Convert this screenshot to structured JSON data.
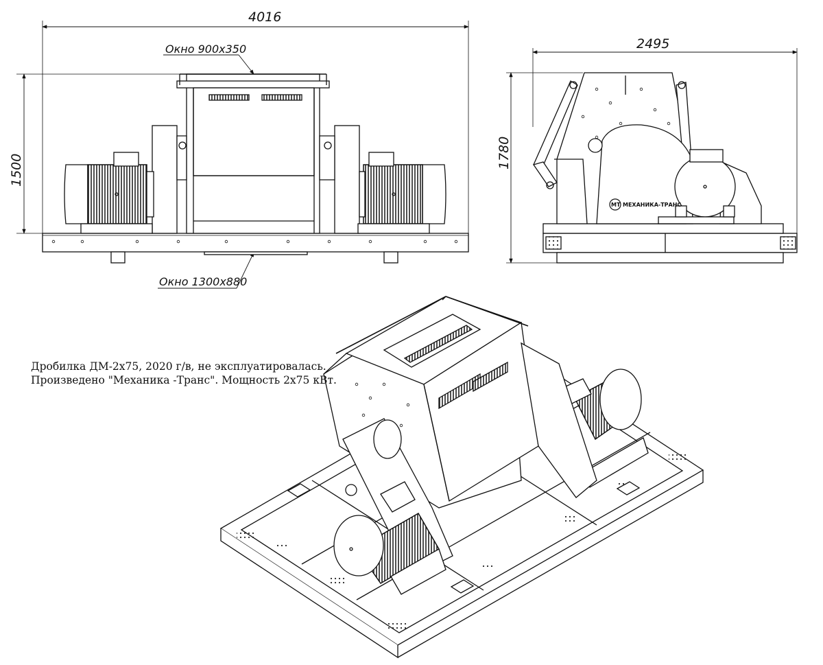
{
  "front_view": {
    "overall_width": "4016",
    "overall_height": "1500",
    "top_opening": "Окно 900х350",
    "bottom_opening": "Окно 1300х880"
  },
  "side_view": {
    "overall_width": "2495",
    "overall_height": "1780",
    "logo_badge": "МТ",
    "logo_text": "МЕХАНИКА-ТРАНС"
  },
  "caption": {
    "line1": "Дробилка ДМ-2х75, 2020 г/в, не эксплуатировалась.",
    "line2": "Произведено \"Механика -Транс\". Мощность 2х75 кВт."
  }
}
